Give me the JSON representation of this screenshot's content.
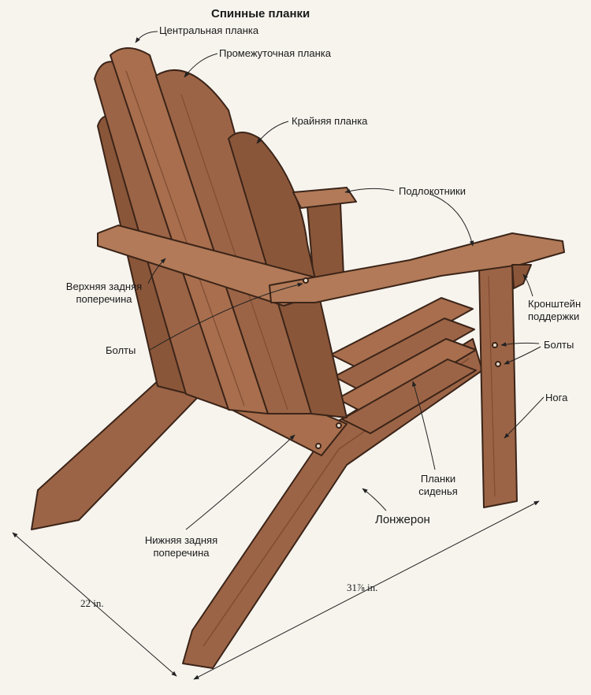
{
  "title": "Спинные планки",
  "labels": {
    "central_slat": "Центральная планка",
    "middle_slat": "Промежуточная планка",
    "outer_slat": "Крайняя планка",
    "armrests": "Подлокотники",
    "upper_rear_rail_1": "Верхняя задняя",
    "upper_rear_rail_2": "поперечина",
    "bracket_1": "Кронштейн",
    "bracket_2": "поддержки",
    "bolts_left": "Болты",
    "bolts_right": "Болты",
    "leg": "Нога",
    "seat_slats_1": "Планки",
    "seat_slats_2": "сиденья",
    "stringer": "Лонжерон",
    "lower_rear_rail_1": "Нижняя задняя",
    "lower_rear_rail_2": "поперечина"
  },
  "dimensions": {
    "width": "22 in.",
    "depth": "31⅞ in."
  },
  "colors": {
    "wood": "#9c6446",
    "wood_dark": "#7f4c33",
    "wood_light": "#b27a58",
    "outline": "#3b2418",
    "background": "#f7f4ee"
  }
}
